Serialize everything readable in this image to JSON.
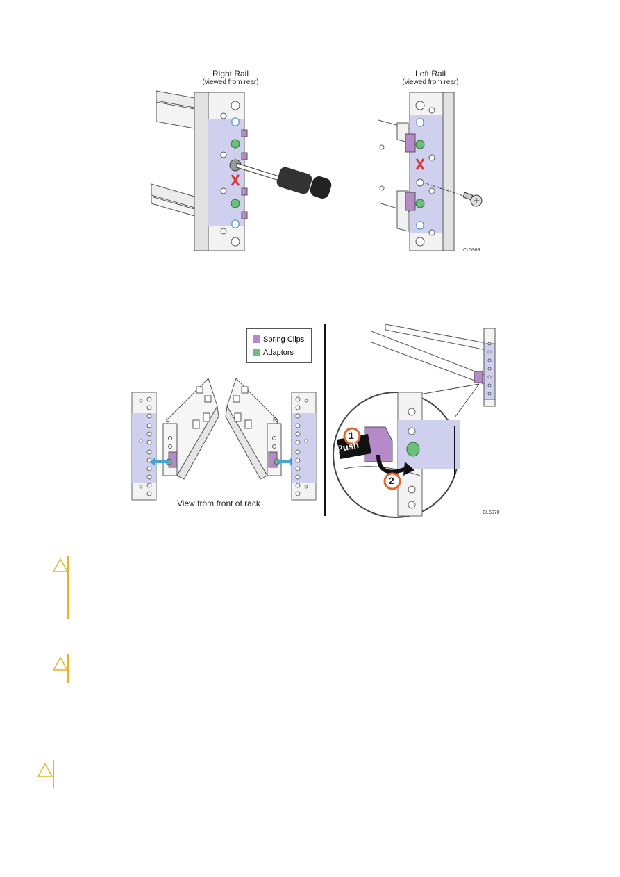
{
  "figure1": {
    "right_rail_title": "Right Rail",
    "right_rail_subtitle": "(viewed from rear)",
    "left_rail_title": "Left Rail",
    "left_rail_subtitle": "(viewed from rear)",
    "code": "CL5969"
  },
  "figure2": {
    "legend": [
      {
        "label": "Spring Clips",
        "color": "#b48ac8"
      },
      {
        "label": "Adaptors",
        "color": "#6cbf7a"
      }
    ],
    "left_marker": "L",
    "right_marker": "R",
    "caption": "View from front of rack",
    "push_label": "Push",
    "step1": "1",
    "step2": "2",
    "code": "CL5970"
  },
  "colors": {
    "caution_yellow": "#e9b423",
    "rail_lavender": "#cfd0ee",
    "adaptor_green": "#6cbf7a",
    "clip_purple": "#b48ac8",
    "arrow_blue": "#4aa3d8",
    "step_orange": "#e0662a"
  },
  "icons": [
    "caution-icon",
    "screwdriver-icon",
    "screw-icon",
    "x-mark-icon",
    "arrow-icon"
  ]
}
